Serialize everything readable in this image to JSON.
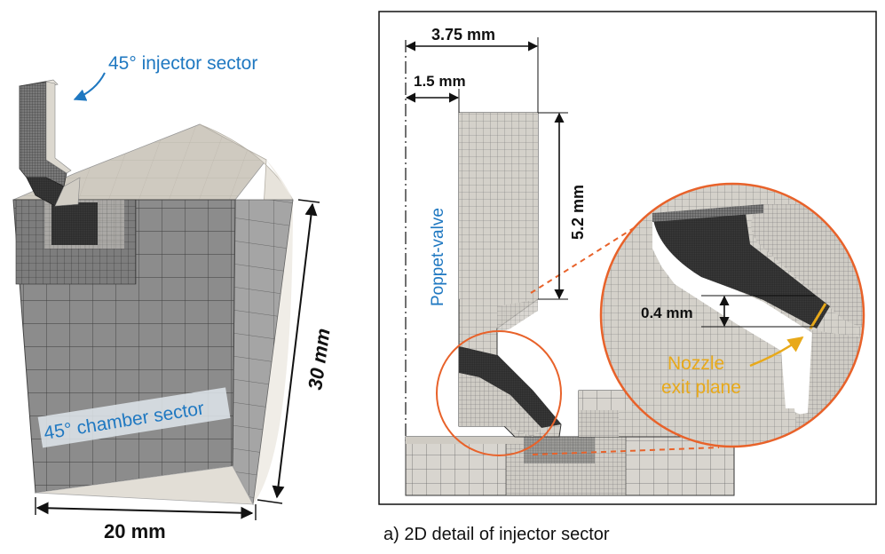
{
  "left_panel": {
    "injector_label": "45° injector sector",
    "chamber_label": "45° chamber sector",
    "height_dim": "30 mm",
    "width_dim": "20 mm"
  },
  "right_panel": {
    "dim_total_width": "3.75 mm",
    "dim_valve_width": "1.5 mm",
    "dim_length": "5.2 mm",
    "dim_gap": "0.4 mm",
    "valve_label": "Poppet-valve",
    "nozzle_label_line1": "Nozzle",
    "nozzle_label_line2": "exit plane",
    "caption": "a)  2D detail of injector sector"
  },
  "colors": {
    "label_blue": "#1f78c1",
    "nozzle_gold": "#e8a91a",
    "zoom_orange": "#e8622a",
    "mesh_fill": "#d6d3cc",
    "mesh_dark": "#3c3c3c"
  }
}
